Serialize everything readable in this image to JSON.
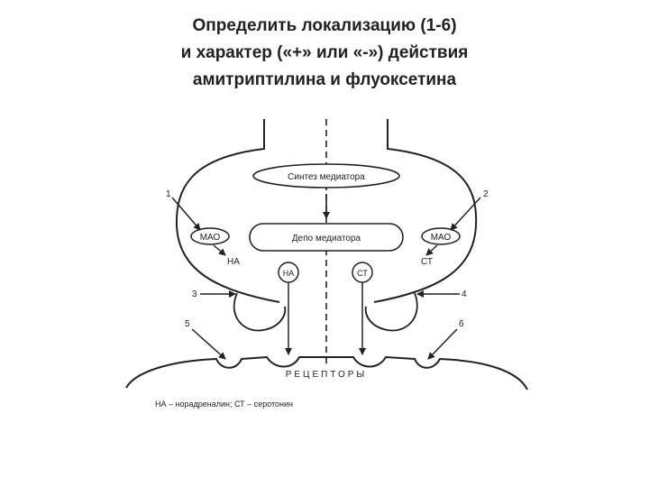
{
  "title": {
    "line1": "Определить локализацию (1-6)",
    "line2": "и характер («+» или «-») действия",
    "line3": "амитриптилина и флуоксетина"
  },
  "diagram": {
    "synthesis_label": "Синтез медиатора",
    "depot_label": "Депо медиатора",
    "mao_left": "МАО",
    "mao_right": "МАО",
    "na_left": "НА",
    "st_right": "СТ",
    "na_vesicle": "НА",
    "st_vesicle": "СТ",
    "receptors_label": "РЕЦЕПТОРЫ",
    "markers": [
      "1",
      "2",
      "3",
      "4",
      "5",
      "6"
    ],
    "legend": "НА – норадреналин; СТ – серотонин"
  }
}
